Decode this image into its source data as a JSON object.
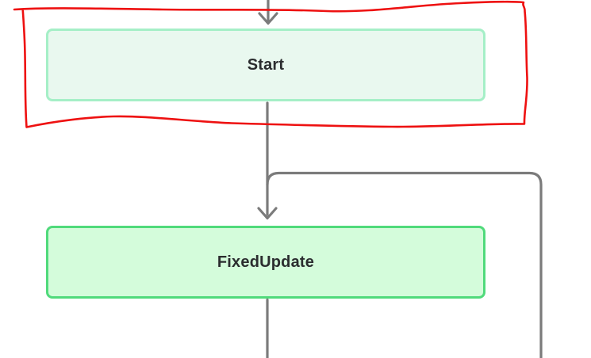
{
  "diagram": {
    "nodes": [
      {
        "id": "start",
        "label": "Start"
      },
      {
        "id": "fixedupdate",
        "label": "FixedUpdate"
      }
    ],
    "annotation": {
      "shape": "hand-drawn-rectangle",
      "target_node": "Start"
    },
    "colors": {
      "start_fill": "#e9f8ef",
      "start_border": "#a5efc7",
      "fixedupdate_fill": "#d4fcdb",
      "fixedupdate_border": "#50da7b",
      "connector_gray": "#7b7b7b",
      "annotation_red": "#ee1111",
      "label_text": "#2b2d2f"
    }
  }
}
